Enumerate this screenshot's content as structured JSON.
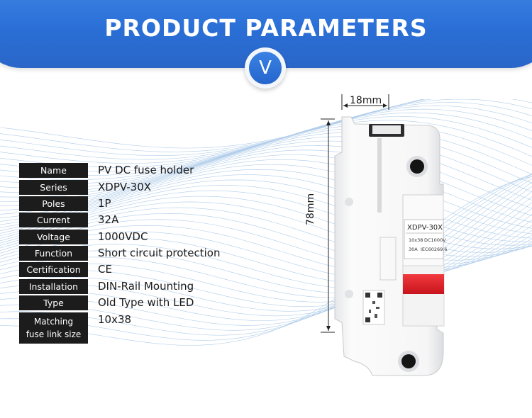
{
  "header": {
    "title": "PRODUCT PARAMETERS",
    "badge_glyph": "V"
  },
  "params": [
    {
      "label": "Name",
      "value": "PV DC fuse holder"
    },
    {
      "label": "Series",
      "value": "XDPV-30X"
    },
    {
      "label": "Poles",
      "value": "1P"
    },
    {
      "label": "Current",
      "value": "32A"
    },
    {
      "label": "Voltage",
      "value": "1000VDC"
    },
    {
      "label": "Function",
      "value": "Short circuit protection"
    },
    {
      "label": "Certification",
      "value": "CE"
    },
    {
      "label": "Installation",
      "value": "DIN-Rail Mounting"
    },
    {
      "label": "Type",
      "value": "Old Type with LED"
    },
    {
      "label": "Matching fuse link size",
      "label_line1": "Matching",
      "label_line2": "fuse link size",
      "value": "10x38"
    }
  ],
  "dimensions": {
    "width": "18mm",
    "height": "78mm"
  },
  "product_label": {
    "model": "XDPV-30X",
    "size": "10x38",
    "voltage": "DC1000V",
    "current": "30A",
    "standard": "IEC60269.6"
  },
  "colors": {
    "banner": "#2a6fd6",
    "label_bg": "#1c1c1c",
    "indicator": "#e0202a"
  }
}
